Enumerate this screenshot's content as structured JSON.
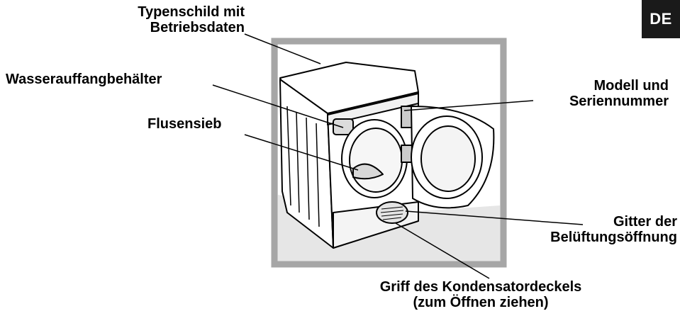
{
  "language_badge": "DE",
  "labels": {
    "rating_plate": [
      "Typenschild mit",
      "Betriebsdaten"
    ],
    "water_container": [
      "Wasserauffangbehälter"
    ],
    "lint_filter": [
      "Flusensieb"
    ],
    "model_serial": [
      "Modell und",
      "Seriennummer"
    ],
    "vent_grille": [
      "Gitter der",
      "Belüftungsöffnung"
    ],
    "condenser_handle": [
      "Griff des Kondensatordeckels",
      "(zum Öffnen ziehen)"
    ]
  },
  "colors": {
    "frame": "#a6a6a6",
    "floor": "#e6e6e6",
    "outline": "#000000",
    "badge": "#1a1a1a"
  }
}
